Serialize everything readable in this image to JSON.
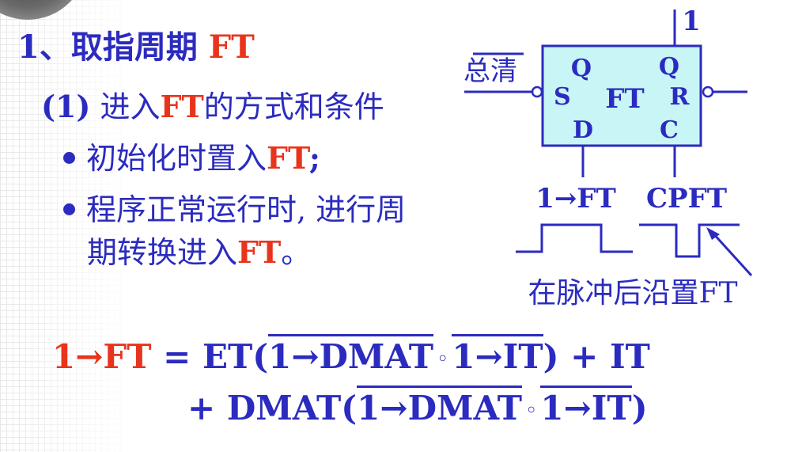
{
  "heading": {
    "prefix": "1、取指周期",
    "highlight": "FT"
  },
  "subheading": {
    "prefix": "(1)",
    "text_a": "进入",
    "highlight": "FT",
    "text_b": "的方式和条件"
  },
  "bullets": [
    {
      "text_a": "初始化时置入",
      "highlight": "FT",
      "text_b": ";"
    },
    {
      "line1": "程序正常运行时, 进行周",
      "text_a": "期转换进入",
      "highlight": "FT",
      "text_b": "。"
    }
  ],
  "diagram": {
    "input_left": "总清",
    "top_input": "1",
    "block_name": "FT",
    "pin_s": "S",
    "pin_qbar": "Q",
    "pin_d": "D",
    "pin_q": "Q",
    "pin_r": "R",
    "pin_c": "C",
    "label_d_input": "1→FT",
    "label_c_input": "CPFT",
    "pulse_note": "在脉冲后沿置FT",
    "colors": {
      "box_fill": "#c8f5f5",
      "ink": "#2b2bbf",
      "highlight": "#e8341c"
    }
  },
  "formula": {
    "lhs": "1→FT",
    "eq": "=",
    "line1": {
      "prefix": "ET(",
      "term1": "1→DMAT",
      "op": "◦",
      "term2": "1→IT",
      "suffix": ") + IT"
    },
    "line2": {
      "prefix": "+ DMAT(",
      "term1": "1→DMAT",
      "op": "◦",
      "term2": "1→IT",
      "suffix": ")"
    }
  }
}
